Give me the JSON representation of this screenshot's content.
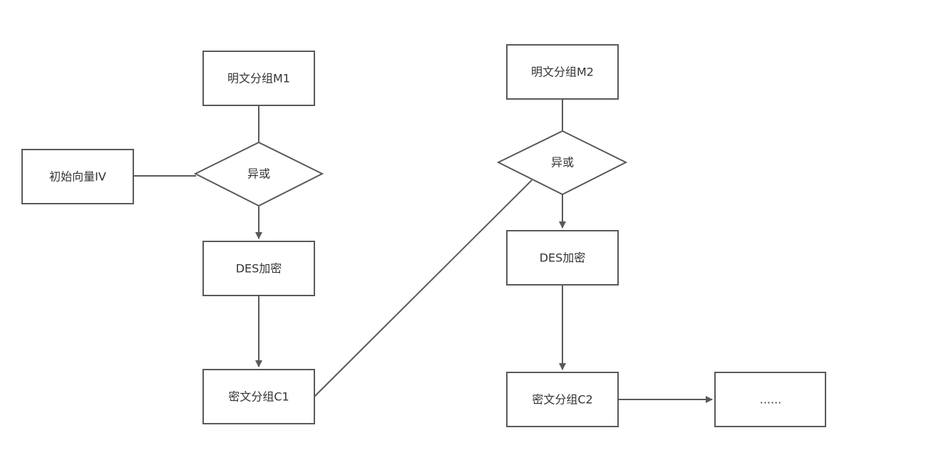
{
  "diagram": {
    "nodes": {
      "plaintext_m1": "明文分组M1",
      "iv": "初始向量IV",
      "xor_1": "异或",
      "des_1": "DES加密",
      "ciphertext_c1": "密文分组C1",
      "plaintext_m2": "明文分组M2",
      "xor_2": "异或",
      "des_2": "DES加密",
      "ciphertext_c2": "密文分组C2",
      "ellipsis": "......"
    }
  },
  "colors": {
    "stroke": "#595959",
    "text": "#333333",
    "background": "#ffffff"
  }
}
